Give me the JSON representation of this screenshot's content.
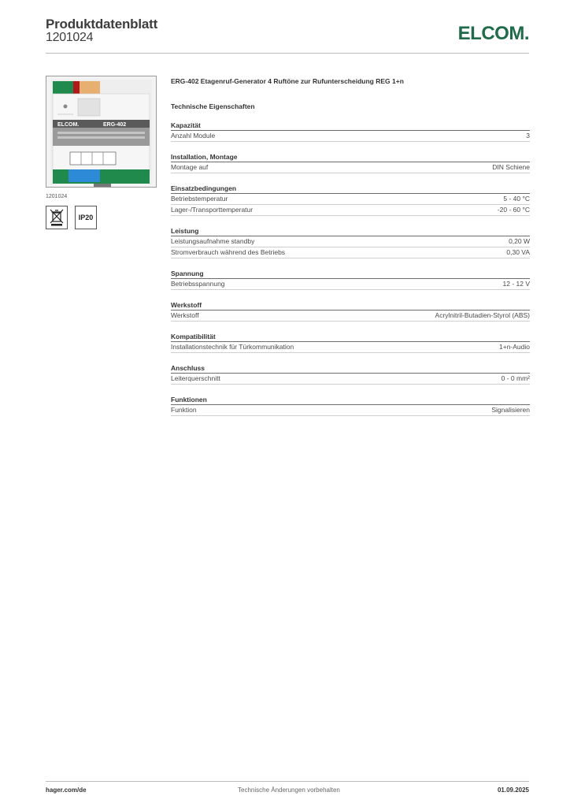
{
  "header": {
    "title": "Produktdatenblatt",
    "article_number": "1201024",
    "brand_logo_text": "ELCOM."
  },
  "sidebar": {
    "image_caption": "1201024",
    "device_label_brand": "ELCOM.",
    "device_label_model": "ERG-402",
    "cert_ip": "IP20",
    "cert_weee_icon": "crossed-out-bin-icon"
  },
  "product": {
    "title": "ERG-402 Etagenruf-Generator 4 Ruftöne zur Rufunterscheidung REG 1+n",
    "section_title": "Technische Eigenschaften",
    "groups": [
      {
        "heading": "Kapazität",
        "rows": [
          {
            "label": "Anzahl Module",
            "value": "3"
          }
        ]
      },
      {
        "heading": "Installation, Montage",
        "rows": [
          {
            "label": "Montage auf",
            "value": "DIN Schiene"
          }
        ]
      },
      {
        "heading": "Einsatzbedingungen",
        "rows": [
          {
            "label": "Betriebstemperatur",
            "value": "5 - 40 °C"
          },
          {
            "label": "Lager-/Transporttemperatur",
            "value": "-20 - 60 °C"
          }
        ]
      },
      {
        "heading": "Leistung",
        "rows": [
          {
            "label": "Leistungsaufnahme standby",
            "value": "0,20 W"
          },
          {
            "label": "Stromverbrauch während des Betriebs",
            "value": "0,30 VA"
          }
        ]
      },
      {
        "heading": "Spannung",
        "rows": [
          {
            "label": "Betriebsspannung",
            "value": "12 - 12 V"
          }
        ]
      },
      {
        "heading": "Werkstoff",
        "rows": [
          {
            "label": "Werkstoff",
            "value": "Acrylnitril-Butadien-Styrol (ABS)"
          }
        ]
      },
      {
        "heading": "Kompatibilität",
        "rows": [
          {
            "label": "Installationstechnik für Türkommunikation",
            "value": "1+n-Audio"
          }
        ]
      },
      {
        "heading": "Anschluss",
        "rows": [
          {
            "label": "Leiterquerschnitt",
            "value": "0 - 0 mm²"
          }
        ]
      },
      {
        "heading": "Funktionen",
        "rows": [
          {
            "label": "Funktion",
            "value": "Signalisieren"
          }
        ]
      }
    ]
  },
  "footer": {
    "website": "hager.com/de",
    "notice": "Technische Änderungen vorbehalten",
    "date": "01.09.2025"
  },
  "colors": {
    "brand_green": "#1f6b4a",
    "terminal_green": "#1f8a4c",
    "terminal_blue": "#2c8ad6",
    "text_dark": "#333333"
  }
}
